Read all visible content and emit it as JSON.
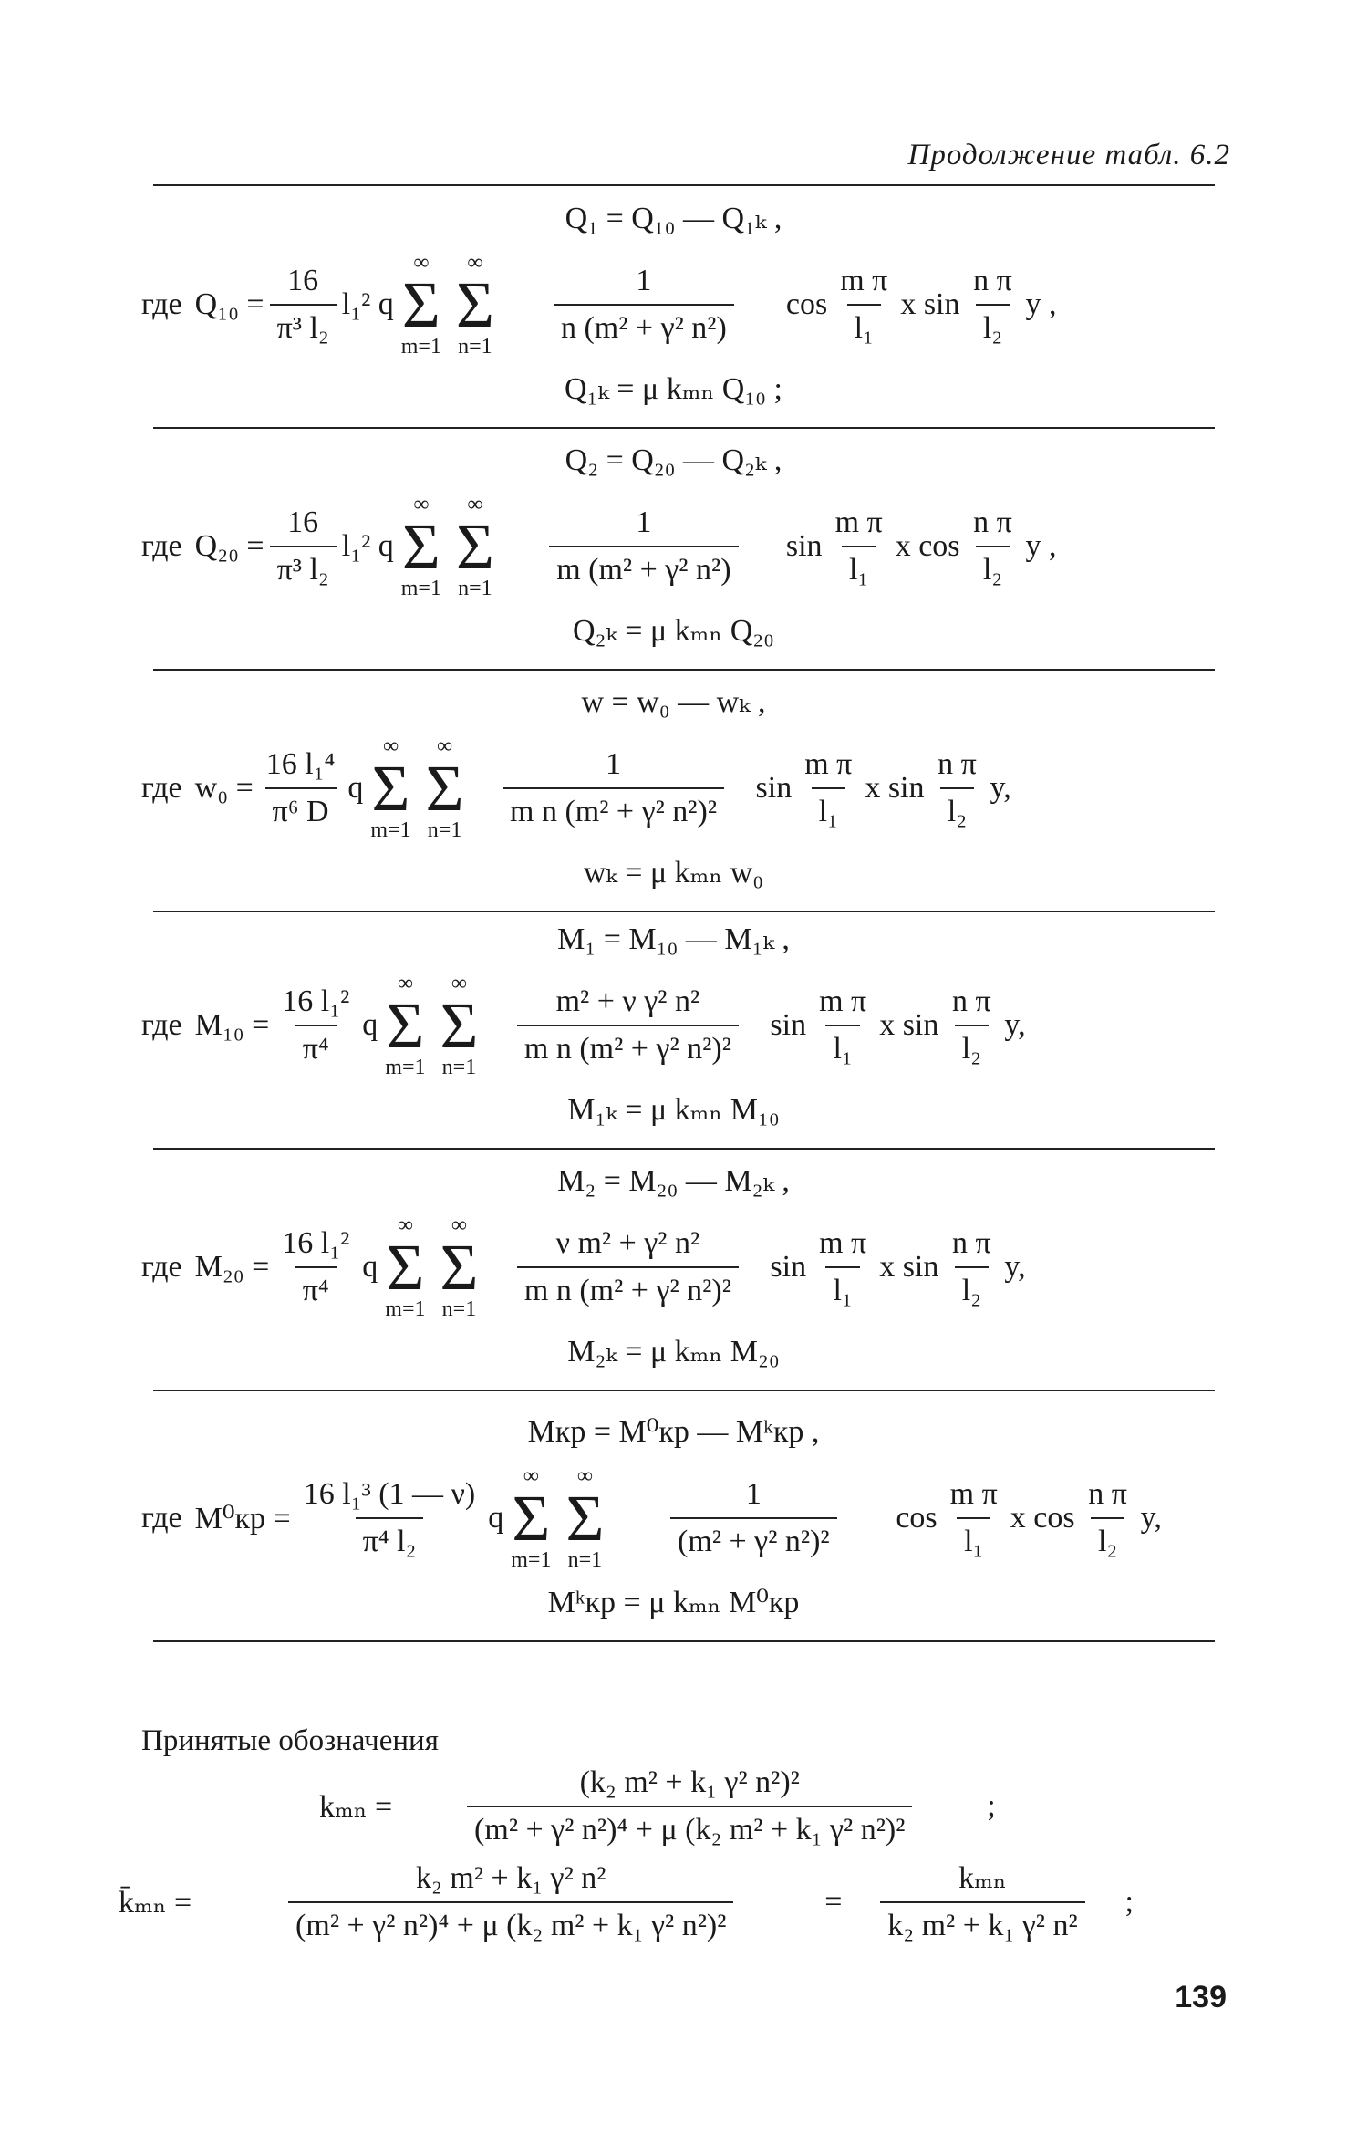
{
  "header": "Продолжение табл. 6.2",
  "where_word": "где",
  "blocks": [
    {
      "eq_top": "Q₁ = Q₁₀ — Q₁ₖ ,",
      "lhs": "Q₁₀ =",
      "coef_num": "16",
      "coef_den": "π³ l₂",
      "mid": "l₁² q",
      "sum_top": "∞",
      "sum_bot_m": "m=1",
      "sum_bot_n": "n=1",
      "frac_num": "1",
      "frac_den": "n (m² + γ² n²)",
      "trig1": "cos",
      "a_num": "m π",
      "a_den": "l₁",
      "x_part": "x sin",
      "b_num": "n π",
      "b_den": "l₂",
      "tail": "y ,",
      "eq_bottom": "Q₁ₖ = μ kₘₙ Q₁₀ ;"
    },
    {
      "eq_top": "Q₂ = Q₂₀ — Q₂ₖ ,",
      "lhs": "Q₂₀ =",
      "coef_num": "16",
      "coef_den": "π³ l₂",
      "mid": "l₁² q",
      "sum_top": "∞",
      "sum_bot_m": "m=1",
      "sum_bot_n": "n=1",
      "frac_num": "1",
      "frac_den": "m (m² + γ² n²)",
      "trig1": "sin",
      "a_num": "m π",
      "a_den": "l₁",
      "x_part": "x cos",
      "b_num": "n π",
      "b_den": "l₂",
      "tail": "y ,",
      "eq_bottom": "Q₂ₖ = μ kₘₙ Q₂₀"
    },
    {
      "eq_top": "w = w₀ — wₖ ,",
      "lhs": "w₀ =",
      "coef_num": "16 l₁⁴",
      "coef_den": "π⁶ D",
      "mid": "q",
      "sum_top": "∞",
      "sum_bot_m": "m=1",
      "sum_bot_n": "n=1",
      "frac_num": "1",
      "frac_den": "m n (m² + γ² n²)²",
      "trig1": "sin",
      "a_num": "m π",
      "a_den": "l₁",
      "x_part": "x sin",
      "b_num": "n π",
      "b_den": "l₂",
      "tail": "y,",
      "eq_bottom": "wₖ = μ kₘₙ w₀"
    },
    {
      "eq_top": "M₁ = M₁₀ — M₁ₖ ,",
      "lhs": "M₁₀ =",
      "coef_num": "16 l₁²",
      "coef_den": "π⁴",
      "mid": "q",
      "sum_top": "∞",
      "sum_bot_m": "m=1",
      "sum_bot_n": "n=1",
      "frac_num": "m² + ν γ² n²",
      "frac_den": "m n (m² + γ² n²)²",
      "trig1": "sin",
      "a_num": "m π",
      "a_den": "l₁",
      "x_part": "x sin",
      "b_num": "n π",
      "b_den": "l₂",
      "tail": "y,",
      "eq_bottom": "M₁ₖ = μ kₘₙ M₁₀"
    },
    {
      "eq_top": "M₂ = M₂₀ — M₂ₖ ,",
      "lhs": "M₂₀ =",
      "coef_num": "16 l₁²",
      "coef_den": "π⁴",
      "mid": "q",
      "sum_top": "∞",
      "sum_bot_m": "m=1",
      "sum_bot_n": "n=1",
      "frac_num": "ν m² + γ² n²",
      "frac_den": "m n (m² + γ² n²)²",
      "trig1": "sin",
      "a_num": "m π",
      "a_den": "l₁",
      "x_part": "x sin",
      "b_num": "n π",
      "b_den": "l₂",
      "tail": "y,",
      "eq_bottom": "M₂ₖ = μ kₘₙ M₂₀"
    },
    {
      "eq_top": "Mкр = M⁰кр — Mᵏкр ,",
      "lhs": "M⁰кр =",
      "coef_num": "16 l₁³ (1 — ν)",
      "coef_den": "π⁴ l₂",
      "mid": "q",
      "sum_top": "∞",
      "sum_bot_m": "m=1",
      "sum_bot_n": "n=1",
      "frac_num": "1",
      "frac_den": "(m² + γ² n²)²",
      "trig1": "cos",
      "a_num": "m π",
      "a_den": "l₁",
      "x_part": "x cos",
      "b_num": "n π",
      "b_den": "l₂",
      "tail": "y,",
      "eq_bottom": "Mᵏкр = μ kₘₙ M⁰кр"
    }
  ],
  "notes_title": "Принятые обозначения",
  "k_def": {
    "lhs": "kₘₙ =",
    "num": "(k₂ m² + k₁ γ² n²)²",
    "den": "(m² + γ² n²)⁴ + μ (k₂ m² + k₁ γ² n²)²",
    "tail": ";"
  },
  "kbar_def": {
    "lhs": "k̄ₘₙ =",
    "num": "k₂ m² + k₁ γ² n²",
    "den": "(m² + γ² n²)⁴ + μ (k₂ m² + k₁ γ² n²)²",
    "eq": "=",
    "num2": "kₘₙ",
    "den2": "k₂ m² + k₁ γ² n²",
    "tail": ";"
  },
  "page_number": "139"
}
